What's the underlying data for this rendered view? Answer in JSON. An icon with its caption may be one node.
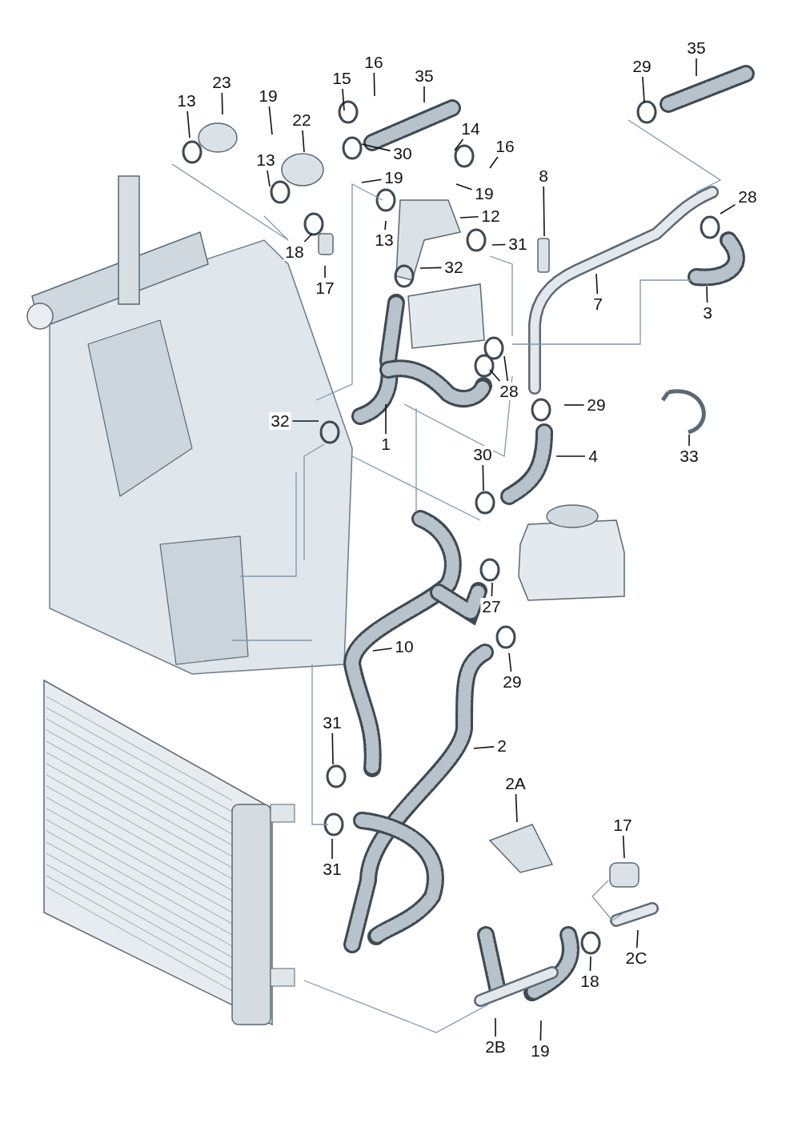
{
  "diagram": {
    "nodes": [
      {
        "text": [
          "35"
        ]
      },
      {
        "text": [
          "29"
        ]
      },
      {
        "text": [
          "16"
        ]
      },
      {
        "text": [
          "35"
        ]
      },
      {
        "text": [
          "23"
        ]
      },
      {
        "text": [
          "15"
        ]
      },
      {
        "text": [
          "13"
        ]
      },
      {
        "text": [
          "19"
        ]
      },
      {
        "text": [
          "22"
        ]
      },
      {
        "text": [
          "14"
        ]
      },
      {
        "text": [
          "16"
        ]
      },
      {
        "text": [
          "30"
        ]
      },
      {
        "text": [
          "13"
        ]
      },
      {
        "text": [
          "19"
        ]
      },
      {
        "text": [
          "8"
        ]
      },
      {
        "text": [
          "19"
        ]
      },
      {
        "text": [
          "28"
        ]
      },
      {
        "text": [
          "12"
        ]
      },
      {
        "text": [
          "13"
        ]
      },
      {
        "text": [
          "31"
        ]
      },
      {
        "text": [
          "18"
        ]
      },
      {
        "text": [
          "32"
        ]
      },
      {
        "text": [
          "17"
        ]
      },
      {
        "text": [
          "7"
        ]
      },
      {
        "text": [
          "3"
        ]
      },
      {
        "text": [
          "28"
        ]
      },
      {
        "text": [
          "29"
        ]
      },
      {
        "text": [
          "32"
        ]
      },
      {
        "text": [
          "1"
        ]
      },
      {
        "text": [
          "4"
        ]
      },
      {
        "text": [
          "33"
        ]
      },
      {
        "text": [
          "30"
        ]
      },
      {
        "text": [
          "27"
        ]
      },
      {
        "text": [
          "10"
        ]
      },
      {
        "text": [
          "29"
        ]
      },
      {
        "text": [
          "31"
        ]
      },
      {
        "text": [
          "2"
        ]
      },
      {
        "text": [
          "2A"
        ]
      },
      {
        "text": [
          "17"
        ]
      },
      {
        "text": [
          "31"
        ]
      },
      {
        "text": [
          "2C"
        ]
      },
      {
        "text": [
          "18"
        ]
      },
      {
        "text": [
          "2B"
        ]
      },
      {
        "text": [
          "19"
        ]
      }
    ],
    "edges": [
      {
        "from": 0,
        "to": null,
        "arrow": "none"
      },
      {
        "from": 1,
        "to": null,
        "arrow": "none"
      },
      {
        "from": 2,
        "to": null,
        "arrow": "none"
      },
      {
        "from": 3,
        "to": null,
        "arrow": "none"
      },
      {
        "from": 4,
        "to": null,
        "arrow": "none"
      },
      {
        "from": 5,
        "to": null,
        "arrow": "none"
      },
      {
        "from": 6,
        "to": null,
        "arrow": "none"
      },
      {
        "from": 7,
        "to": null,
        "arrow": "none"
      },
      {
        "from": 8,
        "to": null,
        "arrow": "none"
      },
      {
        "from": 9,
        "to": null,
        "arrow": "none"
      },
      {
        "from": 10,
        "to": null,
        "arrow": "none"
      },
      {
        "from": 11,
        "to": null,
        "arrow": "none"
      },
      {
        "from": 12,
        "to": null,
        "arrow": "none"
      },
      {
        "from": 13,
        "to": null,
        "arrow": "none"
      },
      {
        "from": 14,
        "to": null,
        "arrow": "none"
      },
      {
        "from": 15,
        "to": null,
        "arrow": "none"
      },
      {
        "from": 16,
        "to": null,
        "arrow": "none"
      },
      {
        "from": 17,
        "to": null,
        "arrow": "none"
      },
      {
        "from": 18,
        "to": null,
        "arrow": "none"
      },
      {
        "from": 19,
        "to": null,
        "arrow": "none"
      },
      {
        "from": 20,
        "to": null,
        "arrow": "none"
      },
      {
        "from": 21,
        "to": null,
        "arrow": "none"
      },
      {
        "from": 22,
        "to": null,
        "arrow": "none"
      },
      {
        "from": 23,
        "to": null,
        "arrow": "none"
      },
      {
        "from": 24,
        "to": null,
        "arrow": "none"
      },
      {
        "from": 25,
        "to": null,
        "arrow": "none"
      },
      {
        "from": 25,
        "to": null,
        "arrow": "none"
      },
      {
        "from": 26,
        "to": null,
        "arrow": "none"
      },
      {
        "from": 27,
        "to": null,
        "arrow": "none"
      },
      {
        "from": 28,
        "to": null,
        "arrow": "none"
      },
      {
        "from": 29,
        "to": null,
        "arrow": "none"
      },
      {
        "from": 30,
        "to": null,
        "arrow": "none"
      },
      {
        "from": 31,
        "to": null,
        "arrow": "none"
      },
      {
        "from": 32,
        "to": null,
        "arrow": "none"
      },
      {
        "from": 33,
        "to": null,
        "arrow": "none"
      },
      {
        "from": 34,
        "to": null,
        "arrow": "none"
      },
      {
        "from": 35,
        "to": null,
        "arrow": "none"
      },
      {
        "from": 36,
        "to": null,
        "arrow": "none"
      },
      {
        "from": 37,
        "to": null,
        "arrow": "none"
      },
      {
        "from": 38,
        "to": null,
        "arrow": "none"
      },
      {
        "from": 39,
        "to": null,
        "arrow": "none"
      },
      {
        "from": 40,
        "to": null,
        "arrow": "none"
      },
      {
        "from": 41,
        "to": null,
        "arrow": "none"
      },
      {
        "from": 42,
        "to": null,
        "arrow": "none"
      },
      {
        "from": 43,
        "to": null,
        "arrow": "none"
      }
    ]
  }
}
